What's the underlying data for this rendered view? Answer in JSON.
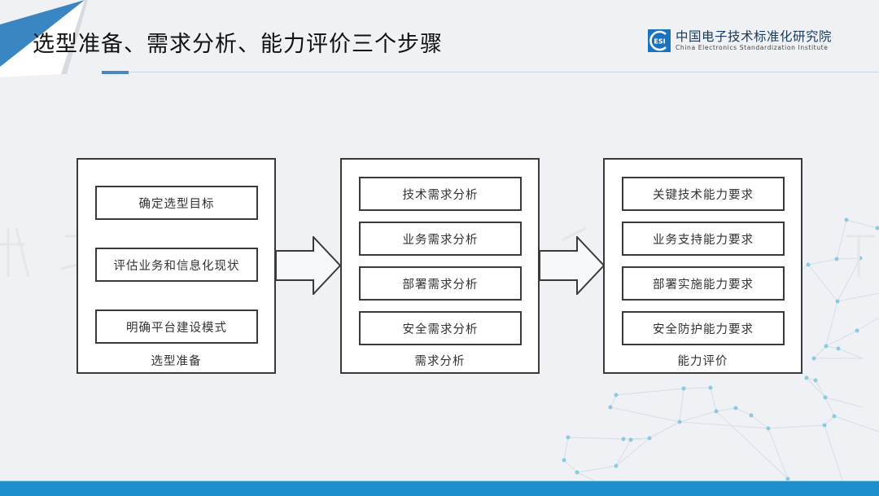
{
  "header": {
    "title": "选型准备、需求分析、能力评价三个步骤"
  },
  "logo": {
    "mark_text": "ESI",
    "name_cn": "中国电子技术标准化研究院",
    "name_en": "China Electronics Standardization Institute"
  },
  "flow": {
    "stages": [
      {
        "label": "选型准备",
        "items": [
          "确定选型目标",
          "评估业务和信息化现状",
          "明确平台建设模式"
        ]
      },
      {
        "label": "需求分析",
        "items": [
          "技术需求分析",
          "业务需求分析",
          "部署需求分析",
          "安全需求分析"
        ]
      },
      {
        "label": "能力评价",
        "items": [
          "关键技术能力要求",
          "业务支持能力要求",
          "部署实施能力要求",
          "安全防护能力要求"
        ]
      }
    ]
  },
  "colors": {
    "accent": "#1e8fcd",
    "title_accent": "#4a86c2",
    "logo_blue": "#1a73c0",
    "box_border": "#3a3a3a",
    "background": "#eff1f4",
    "network_node": "#8fc9e0"
  }
}
